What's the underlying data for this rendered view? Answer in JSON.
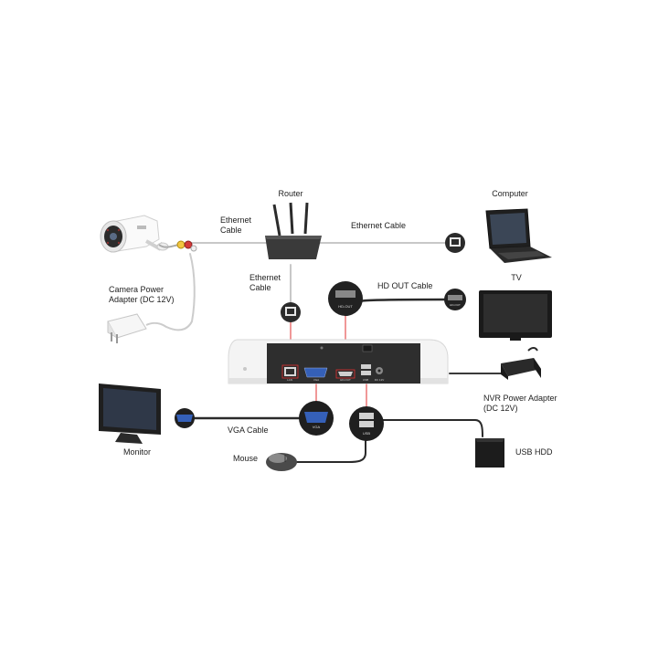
{
  "labels": {
    "router": "Router",
    "computer": "Computer",
    "ethernet_cable_cam": "Ethernet\nCable",
    "ethernet_cable_pc": "Ethernet Cable",
    "ethernet_cable_nvr": "Ethernet\nCable",
    "camera_power": "Camera Power\nAdapter (DC 12V)",
    "hd_out_cable": "HD OUT Cable",
    "tv": "TV",
    "nvr_power": "NVR Power Adapter\n(DC 12V)",
    "vga_cable": "VGA Cable",
    "monitor": "Monitor",
    "usb_hdd": "USB HDD",
    "mouse": "Mouse"
  },
  "callouts": {
    "hdmi_badge": "HD-OUT",
    "hdmi_badge_right": "HD-OUT",
    "vga_badge": "VGA",
    "usb_badge": "USB"
  },
  "nvr_ports": {
    "lan": "LAN",
    "vga": "VGA",
    "hdmi": "HD-OUT",
    "usb": "USB",
    "dc": "DC 12V"
  },
  "colors": {
    "cable": "#c8c8c8",
    "cable_dark": "#2a2a2a",
    "highlight": "#e03030",
    "nvr_body": "#f4f4f4",
    "nvr_panel": "#2e2e2e"
  }
}
